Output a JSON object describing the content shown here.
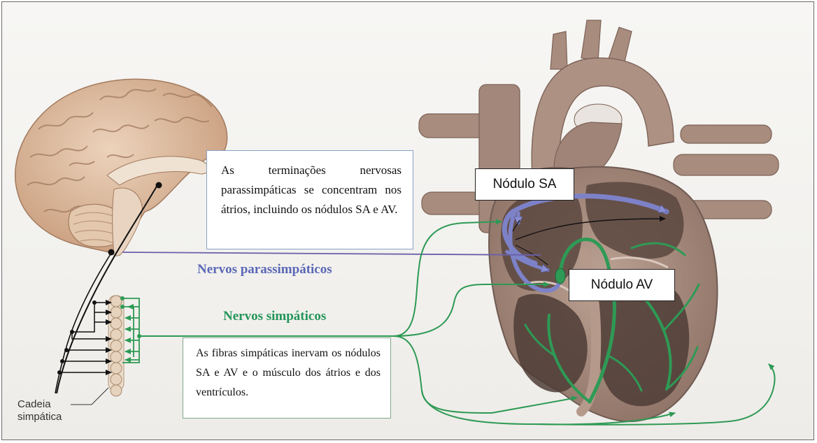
{
  "labels": {
    "parasympathetic_box": "As terminações nervosas parassimpáticas se concentram nos átrios, incluindo os nódulos SA e AV.",
    "sympathetic_box": "As fibras simpáticas inervam os nódulos SA e AV e o músculo dos átrios e dos ventrículos.",
    "nervos_parassimpaticos": "Nervos parassimpáticos",
    "nervos_simpaticos": "Nervos simpáticos",
    "nodulo_sa": "Nódulo SA",
    "nodulo_av": "Nódulo AV",
    "cadeia_line1": "Cadeia",
    "cadeia_line2": "simpática"
  },
  "colors": {
    "parasympathetic": "#7d82c8",
    "sympathetic": "#2e9a55",
    "heart": "#a78a7c",
    "heart_dark": "#6f5a52",
    "brain": "#d9b99c",
    "nerve_black": "#111111"
  }
}
